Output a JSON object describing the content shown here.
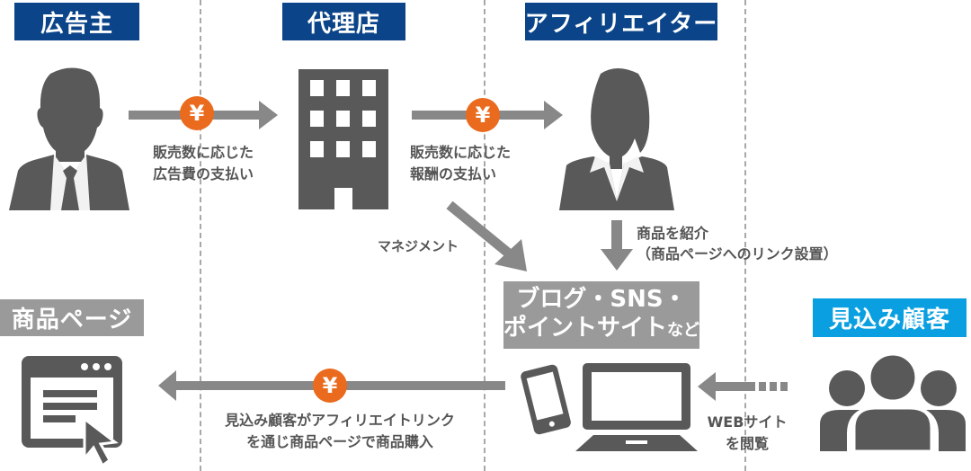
{
  "diagram": {
    "title": "アフィリエイトの仕組み",
    "colors": {
      "header_navy": "#0b4488",
      "label_gray": "#9a9a9a",
      "customer_cyan": "#0a9fe0",
      "yen_orange": "#ea6a1e",
      "icon_dark": "#595959",
      "arrow_gray": "#888888"
    },
    "actors": {
      "advertiser": {
        "label": "広告主",
        "icon": "businessman-icon"
      },
      "agency": {
        "label": "代理店",
        "icon": "office-building-icon"
      },
      "affiliate": {
        "label": "アフィリエイター",
        "icon": "businesswoman-icon"
      },
      "product_page": {
        "label": "商品ページ",
        "icon": "browser-window-cursor-icon"
      },
      "prospect": {
        "label": "見込み顧客",
        "icon": "user-group-icon"
      },
      "media": {
        "label_line1": "ブログ・SNS・",
        "label_line2_main": "ポイントサイト",
        "label_line2_suffix": "など",
        "icons": [
          "smartphone-icon",
          "laptop-icon"
        ]
      }
    },
    "flows": {
      "advertiser_to_agency": {
        "symbol": "¥",
        "line1": "販売数に応じた",
        "line2": "広告費の支払い"
      },
      "agency_to_affiliate": {
        "symbol": "¥",
        "line1": "販売数に応じた",
        "line2": "報酬の支払い"
      },
      "agency_to_media": {
        "text": "マネジメント"
      },
      "affiliate_to_media": {
        "line1": "商品を紹介",
        "line2": "（商品ページへのリンク設置）"
      },
      "prospect_to_media": {
        "line1": "WEBサイト",
        "line2": "を閲覧"
      },
      "media_to_product_page": {
        "symbol": "¥",
        "line1": "見込み顧客がアフィリエイトリンク",
        "line2": "を通じ商品ページで商品購入"
      }
    }
  }
}
